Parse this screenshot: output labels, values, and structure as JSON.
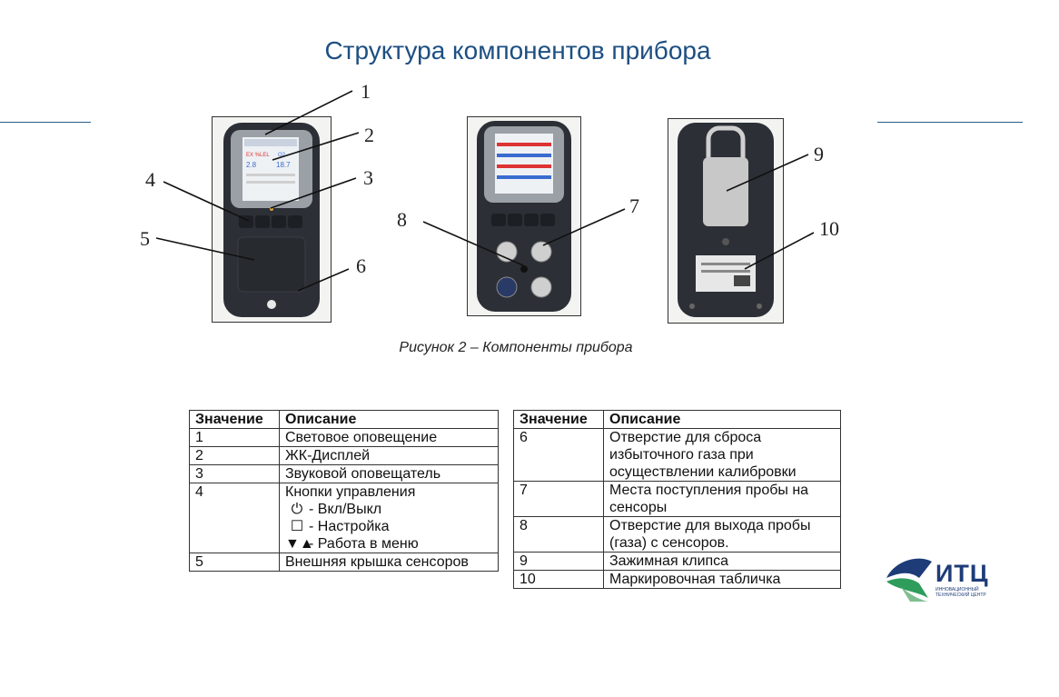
{
  "title": "Структура компонентов прибора",
  "caption": "Рисунок 2 – Компоненты прибора",
  "callout_numbers": [
    "1",
    "2",
    "3",
    "4",
    "5",
    "6",
    "7",
    "8",
    "9",
    "10"
  ],
  "device_screen": {
    "row1": [
      "EX %LEL",
      "O2"
    ],
    "row2": [
      "2.8",
      "18.7"
    ]
  },
  "table_headers": {
    "value": "Значение",
    "description": "Описание"
  },
  "table_left": [
    {
      "value": "1",
      "description": "Световое оповещение"
    },
    {
      "value": "2",
      "description": "ЖК-Дисплей"
    },
    {
      "value": "3",
      "description": "Звуковой оповещатель"
    },
    {
      "value": "4",
      "description": "Кнопки управления",
      "buttons": [
        {
          "symbol": "⏻",
          "text": "-  Вкл/Выкл"
        },
        {
          "symbol": "☐",
          "text": "-   Настройка"
        },
        {
          "symbol": "▼▲",
          "text": "- Работа в меню"
        }
      ]
    },
    {
      "value": "5",
      "description": "Внешняя крышка сенсоров"
    }
  ],
  "table_right": [
    {
      "value": "6",
      "description_lines": [
        "Отверстие для сброса",
        "избыточного газа при",
        "осуществлении калибровки"
      ]
    },
    {
      "value": "7",
      "description_lines": [
        "Места поступления пробы на",
        "сенсоры"
      ]
    },
    {
      "value": "8",
      "description_lines": [
        "Отверстие для выхода пробы",
        "(газа) с сенсоров."
      ]
    },
    {
      "value": "9",
      "description_lines": [
        "Зажимная клипса"
      ]
    },
    {
      "value": "10",
      "description_lines": [
        "Маркировочная табличка"
      ]
    }
  ],
  "logo": {
    "text": "ИТЦ",
    "subtitle": "ИННОВАЦИОННЫЙ ТЕХНИЧЕСКИЙ ЦЕНТР"
  },
  "colors": {
    "title": "#1d4f82",
    "rule": "#2b5d86",
    "logo": "#1e3c78",
    "logo_green": "#2e9c5a",
    "device": "#2c3036"
  }
}
